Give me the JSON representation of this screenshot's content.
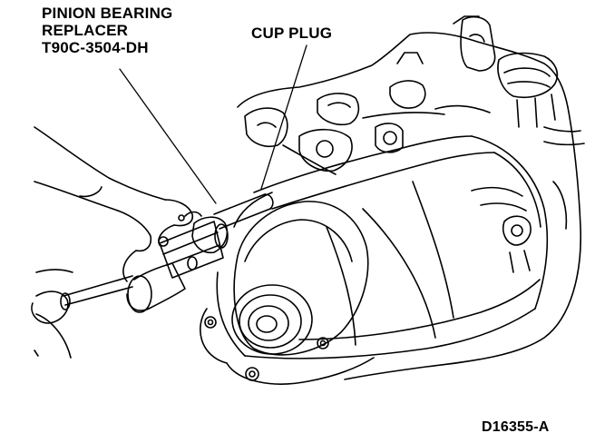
{
  "callouts": {
    "tool_line1": "PINION BEARING",
    "tool_line2": "REPLACER",
    "tool_line3": "T90C-3504-DH",
    "part": "CUP PLUG"
  },
  "figure_id": "D16355-A",
  "colors": {
    "ink": "#000000",
    "background": "#ffffff"
  }
}
